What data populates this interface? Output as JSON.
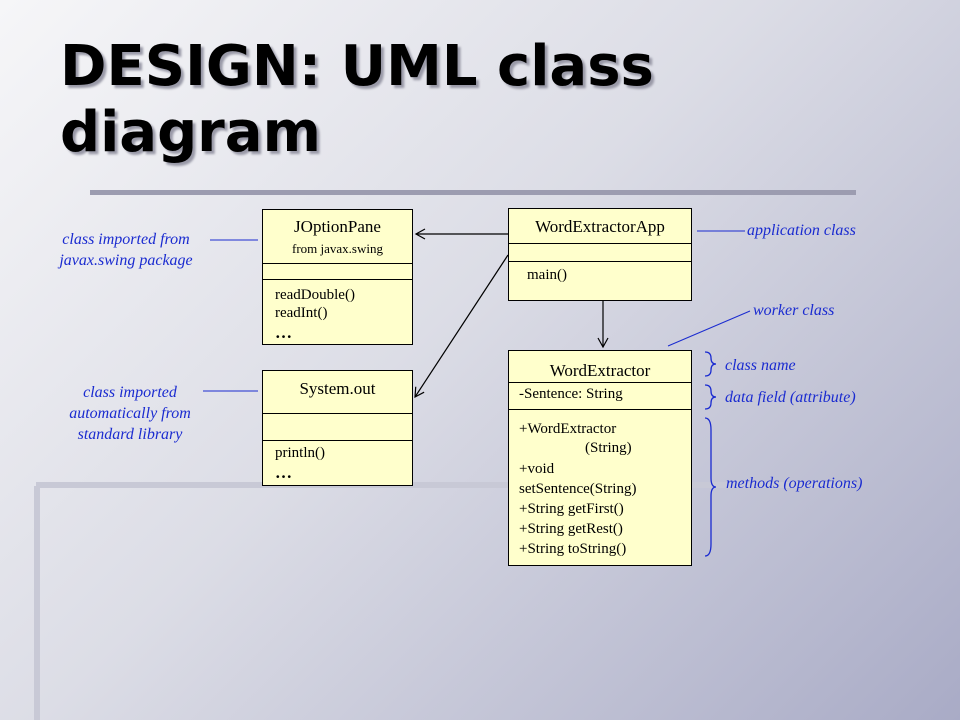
{
  "title": "DESIGN: UML class diagram",
  "classes": {
    "joptionpane": {
      "name": "JOptionPane",
      "package": "from javax.swing",
      "methods": [
        "readDouble()",
        "readInt()",
        "…"
      ]
    },
    "systemout": {
      "name": "System.out",
      "methods": [
        "println()",
        "…"
      ]
    },
    "wordextractorapp": {
      "name": "WordExtractorApp",
      "methods": [
        "main()"
      ]
    },
    "wordextractor": {
      "name": "WordExtractor",
      "fields": [
        "-Sentence: String"
      ],
      "methods": [
        "+WordExtractor",
        "(String)",
        "+void",
        "setSentence(String)",
        "+String getFirst()",
        "+String getRest()",
        "+String toString()"
      ]
    }
  },
  "annotations": {
    "imported_package": [
      "class imported from",
      "javax.swing package"
    ],
    "imported_auto": [
      "class imported",
      "automatically from",
      "standard library"
    ],
    "application_class": "application class",
    "worker_class": "worker class",
    "class_name": "class name",
    "data_field": "data field (attribute)",
    "methods": "methods (operations)"
  },
  "colors": {
    "annotation": "#1a2bd0",
    "class_fill": "#ffffcc",
    "background": "#dcdde6"
  }
}
